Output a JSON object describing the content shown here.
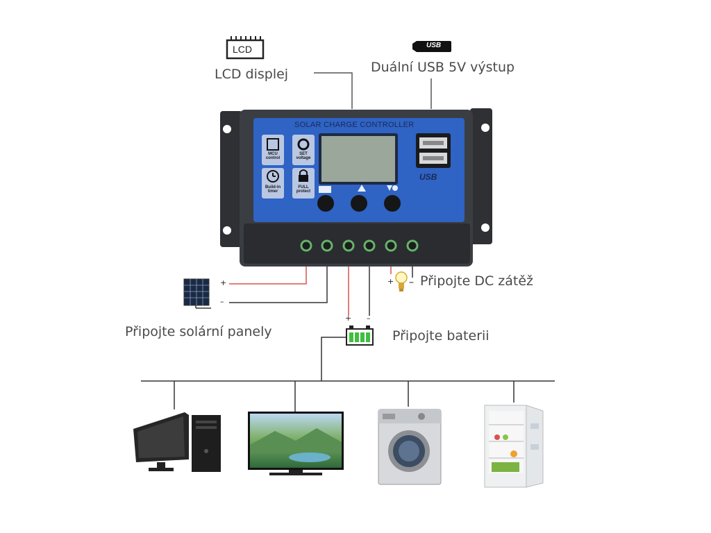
{
  "labels": {
    "lcd": "LCD displej",
    "usb": "Duální USB 5V výstup",
    "load": "Připojte DC zátěž",
    "solar": "Připojte solární panely",
    "battery": "Připojte baterii"
  },
  "icons": {
    "lcd_icon_text": "LCD",
    "usb_icon_text": "USB"
  },
  "controller": {
    "title": "SOLAR CHARGE CONTROLLER",
    "usb_text": "USB",
    "features": [
      {
        "name": "MCU",
        "sub": "control"
      },
      {
        "name": "SET",
        "sub": "voltage"
      },
      {
        "name": "Build-in",
        "sub": "timer"
      },
      {
        "name": "FULL",
        "sub": "protect"
      }
    ]
  },
  "signs": {
    "plus": "+",
    "minus": "–"
  },
  "colors": {
    "panel_blue": "#2f63c4",
    "housing": "#3a3d42",
    "lcd_screen": "#9aa79a",
    "wire_red": "#d9534f",
    "wire_black": "#333333",
    "battery_green": "#3fbf3f"
  },
  "devices": [
    "computer",
    "television",
    "washing-machine",
    "refrigerator"
  ]
}
